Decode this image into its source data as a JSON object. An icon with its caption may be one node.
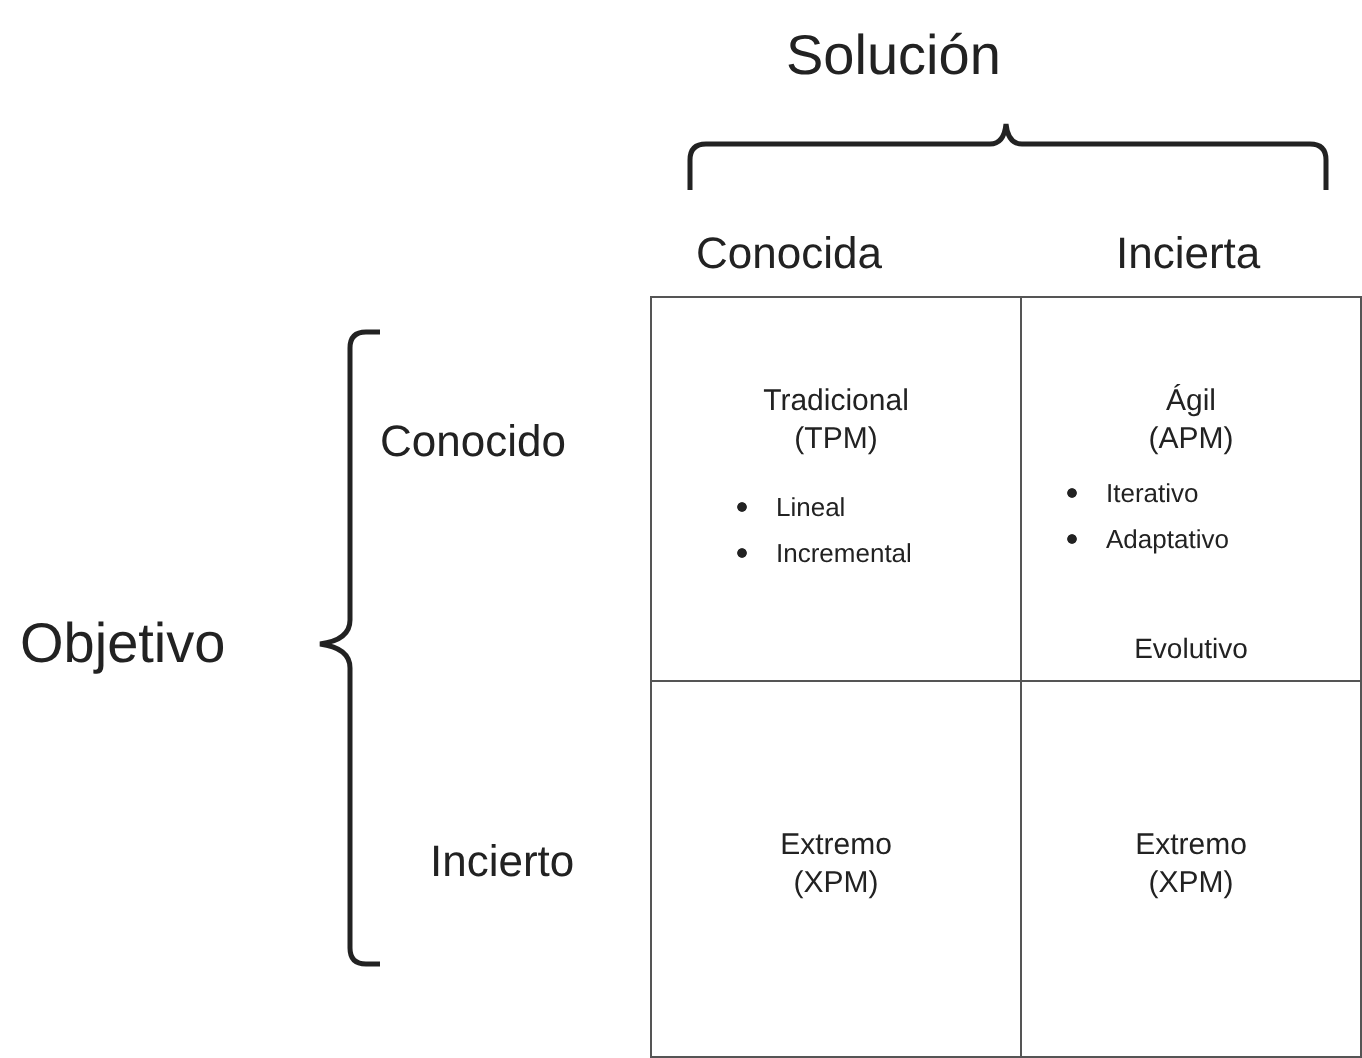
{
  "diagram": {
    "nodes": [
      {
        "text": [
          "Tradicional (TPM)",
          "Lineal",
          "Incremental"
        ]
      },
      {
        "text": [
          "Ágil (APM)",
          "Iterativo",
          "Adaptativo",
          "Evolutivo"
        ]
      },
      {
        "text": [
          "Extremo (XPM)"
        ]
      },
      {
        "text": [
          "Extremo (XPM)"
        ]
      }
    ],
    "edges": [],
    "labels": [
      "Solución",
      "Conocida",
      "Incierta",
      "Objetivo",
      "Conocido",
      "Incierto"
    ]
  }
}
